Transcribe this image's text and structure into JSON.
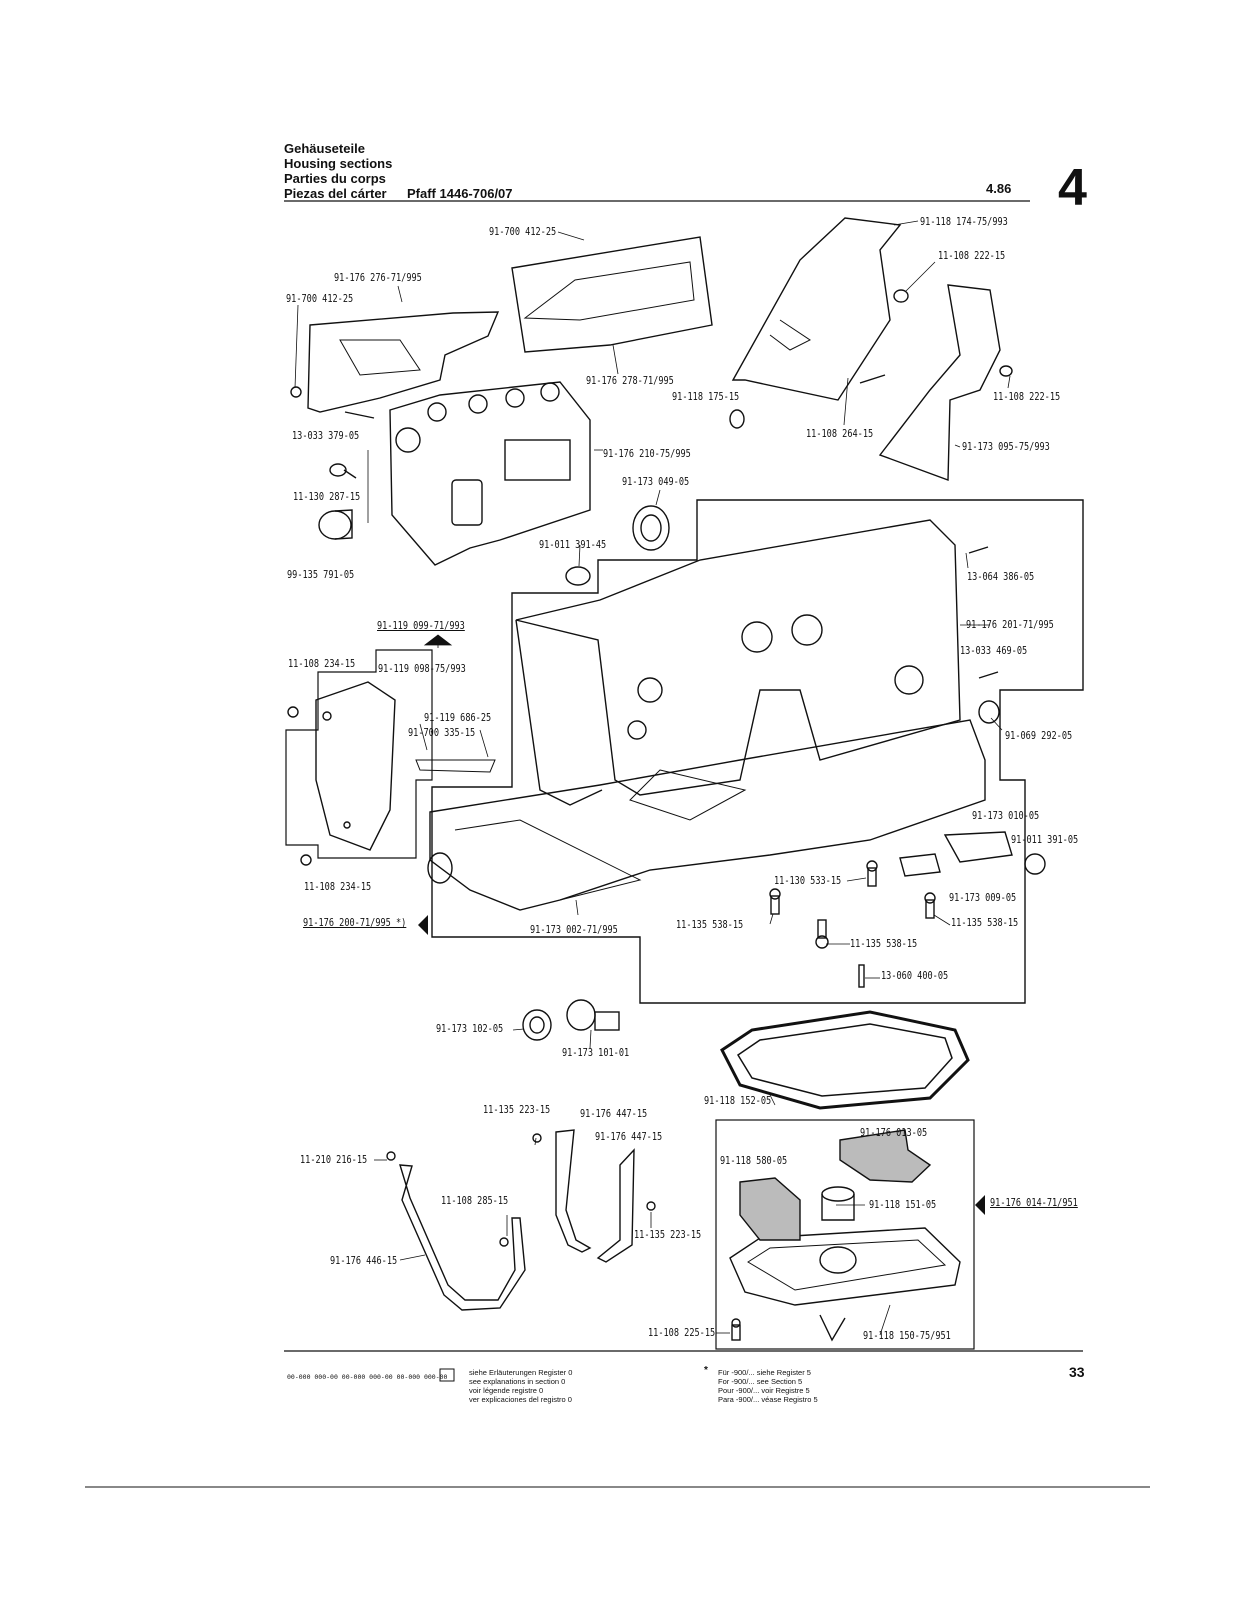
{
  "header": {
    "title_de": "Gehäuseteile",
    "title_en": "Housing sections",
    "title_fr": "Parties du corps",
    "title_es": "Piezas del cárter",
    "model": "Pfaff 1446-706/07",
    "date": "4.86",
    "section_number": "4"
  },
  "labels": {
    "l1": "91-700 412-25",
    "l2": "91-118 174-75/993",
    "l3": "11-108 222-15",
    "l4": "91-176 276-71/995",
    "l5": "91-700 412-25",
    "l6": "91-176 278-71/995",
    "l7": "91-118 175-15",
    "l8": "11-108 222-15",
    "l9": "11-108 264-15",
    "l10": "13-033 379-05",
    "l11": "91-176 210-75/995",
    "l12": "91-173 095-75/993",
    "l13": "11-130 287-15",
    "l14": "91-173 049-05",
    "l15": "91-011 391-45",
    "l16": "13-064 386-05",
    "l17": "99-135 791-05",
    "l18": "91-119 099-71/993",
    "l19": "91-176 201-71/995",
    "l20": "11-108 234-15",
    "l21": "91-119 098-75/993",
    "l22": "13-033 469-05",
    "l23": "91-119 686-25",
    "l24": "91-700 335-15",
    "l25": "91-069 292-05",
    "l26": "91-173 010-05",
    "l27": "91-011 391-05",
    "l28": "11-108 234-15",
    "l29": "11-130 533-15",
    "l30": "91-173 009-05",
    "l31": "91-176 200-71/995 *)",
    "l32": "91-173 002-71/995",
    "l33": "11-135 538-15",
    "l34": "11-135 538-15",
    "l35": "11-135 538-15",
    "l36": "13-060 400-05",
    "l37": "91-173 102-05",
    "l38": "91-173 101-01",
    "l39": "91-118 152-05",
    "l40": "11-135 223-15",
    "l41": "91-176 447-15",
    "l42": "91-176 447-15",
    "l43": "91-176 013-05",
    "l44": "11-210 216-15",
    "l45": "91-118 580-05",
    "l46": "11-108 285-15",
    "l47": "91-118 151-05",
    "l48": "91-176 014-71/951",
    "l49": "11-135 223-15",
    "l50": "91-176 446-15",
    "l51": "11-108 225-15",
    "l52": "91-118 150-75/951"
  },
  "footer": {
    "legend_codes": "00-000 000-00   00-000 000-00   00-000 000-00",
    "legend_de": "siehe Erläuterungen Register 0",
    "legend_en": "see explanations in section 0",
    "legend_fr": "voir légende registre 0",
    "legend_es": "ver explicaciones del registro 0",
    "note_de": "Für -900/... siehe Register 5",
    "note_en": "For -900/... see Section 5",
    "note_fr": "Pour -900/... voir Registre 5",
    "note_es": "Para -900/... véase Registro 5",
    "page_number": "33"
  }
}
